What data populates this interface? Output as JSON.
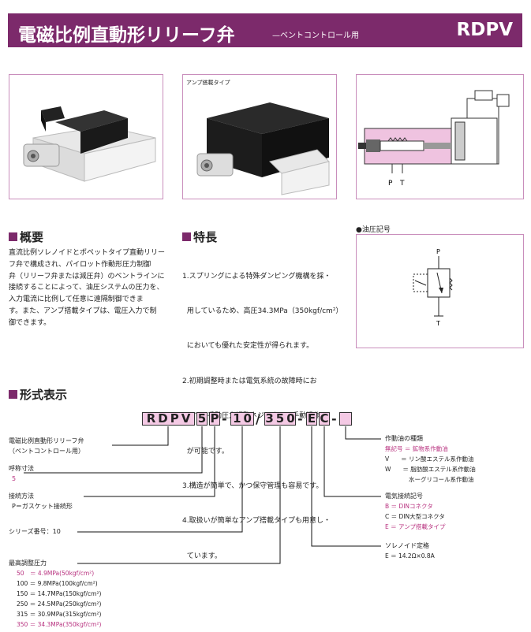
{
  "header": {
    "title": "電磁比例直動形リリーフ弁",
    "subtitle": "—ベントコントロール用",
    "model": "RDPV"
  },
  "photos": {
    "second_caption": "アンプ搭載タイプ"
  },
  "section_overview": {
    "heading": "概要",
    "lines": [
      "直流比例ソレノイドとポペットタイプ直動リリー",
      "フ弁で構成され、パイロット作動形圧力制御",
      "弁（リリーフ弁または減圧弁）のベントラインに",
      "接続することによって、油圧システムの圧力を、",
      "入力電流に比例して任意に遠隔制御できま",
      "す。また、アンプ搭載タイプは、電圧入力で制",
      "御できます。"
    ]
  },
  "section_features": {
    "heading": "特長",
    "lines": [
      "1.スプリングによる特殊ダンピング機構を採・",
      "  用しているため、高圧34.3MPa（350kgf/cm²）",
      "  においても優れた安定性が得られます。",
      "2.初期調整時または電気系統の故障時にお",
      "  いて、手動圧力調整ネジによって手動操作・",
      "  が可能です。",
      "3.構造が簡単で、かつ保守管理も容易です。",
      "4.取扱いが簡単なアンプ搭載タイプも用意し・",
      "  ています。"
    ]
  },
  "symbol": {
    "heading": "●油圧記号",
    "port_p": "P",
    "port_t": "T"
  },
  "diagram_ports": {
    "p": "P",
    "t": "T"
  },
  "model_code": {
    "heading": "形式表示",
    "chars": [
      "R",
      "D",
      "P",
      "V",
      "5",
      "P",
      "-",
      "1",
      "0",
      "/",
      "3",
      "5",
      "0",
      "-",
      "E",
      "C",
      "-",
      ""
    ]
  },
  "left_labels": {
    "name_l1": "電磁比例直動形リリーフ弁",
    "name_l2": "（ベントコントロール用）",
    "size_title": "呼称寸法",
    "size_value": "5",
    "conn_title": "接続方法",
    "conn_value": "P＝ガスケット接続形",
    "series": "シリーズ番号：10",
    "pressure_title": "最高調整圧力",
    "pressure_rows": [
      {
        "text": "50　＝ 4.9MPa(50kgf/cm²)",
        "pink": true
      },
      {
        "text": "100 ＝ 9.8MPa(100kgf/cm²)",
        "pink": false
      },
      {
        "text": "150 ＝ 14.7MPa(150kgf/cm²)",
        "pink": false
      },
      {
        "text": "250 ＝ 24.5MPa(250kgf/cm²)",
        "pink": false
      },
      {
        "text": "315 ＝ 30.9MPa(315kgf/cm²)",
        "pink": false
      },
      {
        "text": "350 ＝ 34.3MPa(350kgf/cm²)",
        "pink": true
      }
    ]
  },
  "right_labels": {
    "fluid_title": "作動油の種類",
    "fluid_rows": [
      {
        "text": "無記号 ＝ 鉱物系作動油",
        "pink": true
      },
      {
        "text": "V　　＝ リン酸エステル系作動油",
        "pink": false
      },
      {
        "text": "W　　＝ 脂肪酸エステル系作動油",
        "pink": false
      },
      {
        "text": "　　　　水ーグリコール系作動油",
        "pink": false
      }
    ],
    "elec_title": "電気接続記号",
    "elec_rows": [
      {
        "text": "B ＝ DINコネクタ",
        "pink": true
      },
      {
        "text": "C ＝ DIN大型コネクタ",
        "pink": false
      },
      {
        "text": "E ＝ アンプ搭載タイプ",
        "pink": true
      }
    ],
    "sol_title": "ソレノイド定格",
    "sol_value": "E ＝ 14.2Ω×0.8A"
  },
  "colors": {
    "accent": "#7c2a6b",
    "box_fill": "#f4c9e4",
    "pink_text": "#b8317f"
  }
}
